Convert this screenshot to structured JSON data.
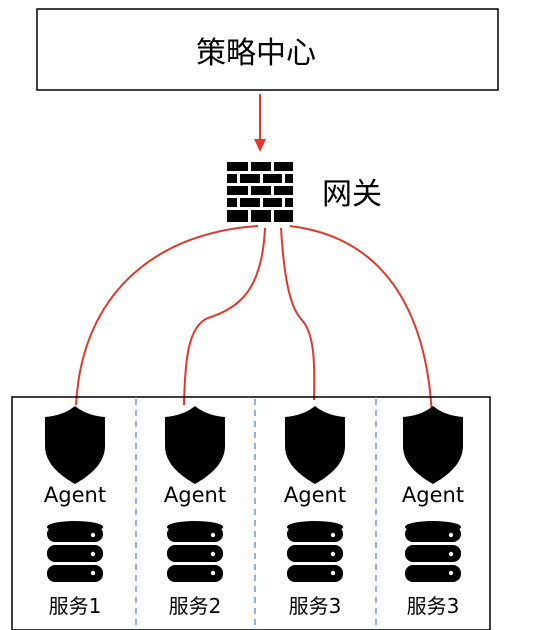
{
  "policy_center": {
    "label": "策略中心"
  },
  "gateway": {
    "label": "网关",
    "icon": "firewall-icon"
  },
  "nodes": [
    {
      "agent_label": "Agent",
      "service_label": "服务1"
    },
    {
      "agent_label": "Agent",
      "service_label": "服务2"
    },
    {
      "agent_label": "Agent",
      "service_label": "服务3"
    },
    {
      "agent_label": "Agent",
      "service_label": "服务3"
    }
  ],
  "colors": {
    "connection": "#e0392b",
    "divider": "#4a7fd0",
    "icon": "#000000",
    "border": "#000000"
  }
}
